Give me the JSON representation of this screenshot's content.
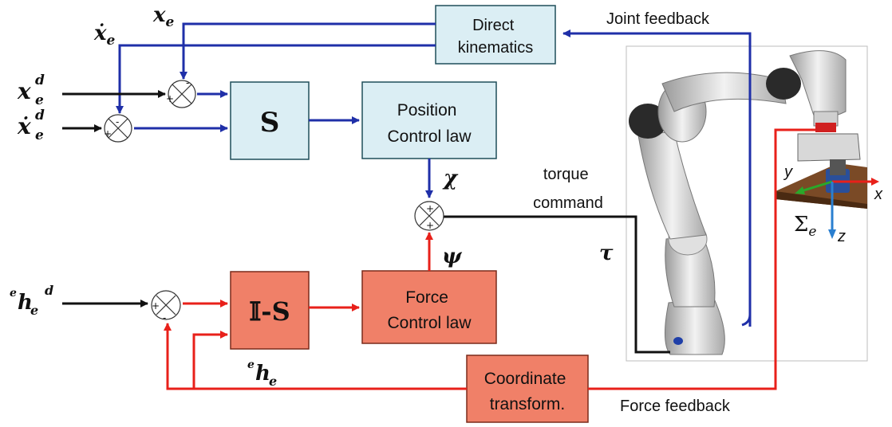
{
  "blocks": {
    "direct_kinematics": [
      "Direct",
      "kinematics"
    ],
    "s": "S",
    "position_control": [
      "Position",
      "Control law"
    ],
    "i_minus_s": "𝕀-S",
    "force_control": [
      "Force",
      "Control law"
    ],
    "coord_transform": [
      "Coordinate",
      "transform."
    ]
  },
  "labels": {
    "joint_feedback": "Joint feedback",
    "force_feedback": "Force feedback",
    "torque_command": [
      "torque",
      "command"
    ]
  },
  "symbols": {
    "xe": "x",
    "xe_sub": "e",
    "xe_dot": "ẋ",
    "xe_dot_sub": "e",
    "xed": "x",
    "xed_sup": "d",
    "xed_sub": "e",
    "xed_dot": "ẋ",
    "xed_dot_sup": "d",
    "xed_dot_sub": "e",
    "chi": "χ",
    "psi": "ψ",
    "tau": "τ",
    "hed_pre": "e",
    "hed_main": "h",
    "hed_sub": "e",
    "hed_sup": "d",
    "he_pre": "e",
    "he_main": "h",
    "he_sub": "e",
    "frame_sigma": "Σ",
    "frame_sub": "e",
    "axis_x": "x",
    "axis_y": "y",
    "axis_z": "z"
  },
  "signs": {
    "plus": "+",
    "minus": "-"
  },
  "colors": {
    "block_blue": "#dbeef4",
    "block_red": "#f08068",
    "line_blue": "#1f2fa8",
    "line_red": "#e8201a",
    "line_black": "#111111"
  }
}
